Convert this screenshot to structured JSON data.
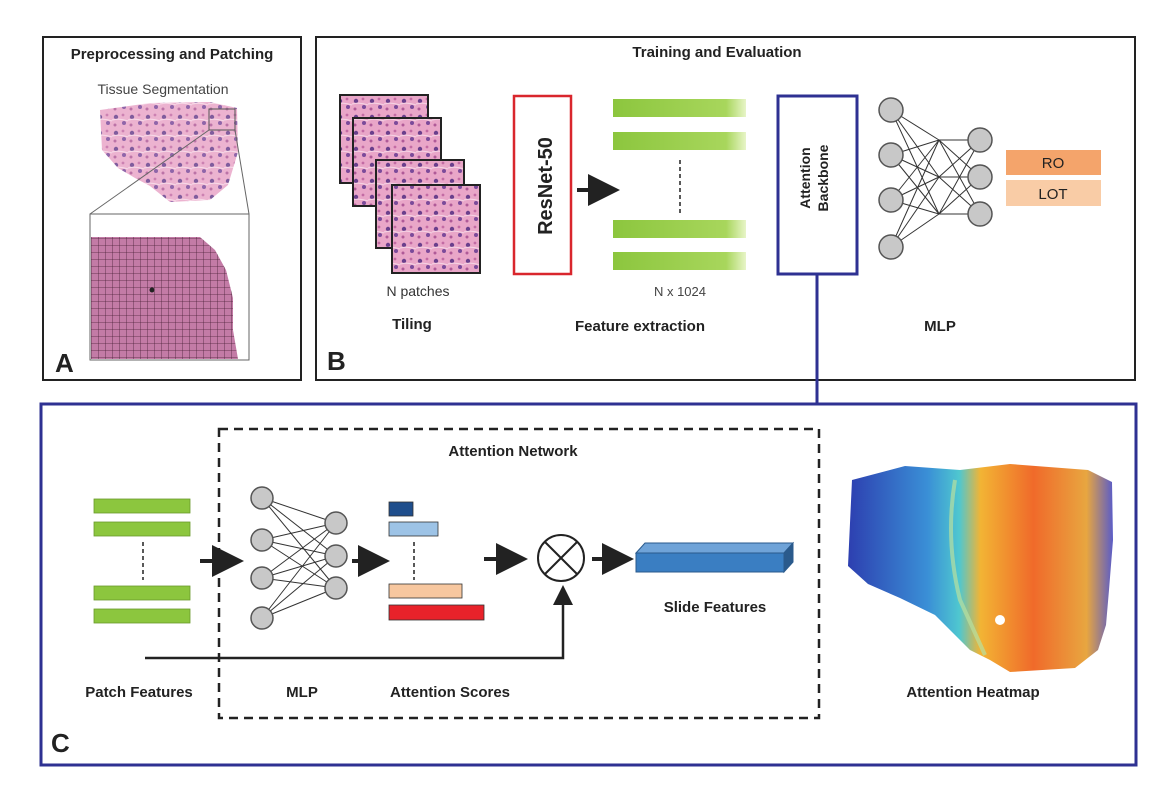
{
  "panel_a": {
    "title": "Preprocessing and Patching",
    "subtitle": "Tissue Segmentation",
    "letter": "A"
  },
  "panel_b": {
    "title": "Training and Evaluation",
    "letter": "B",
    "n_patches": "N patches",
    "tiling": "Tiling",
    "resnet": "ResNet-50",
    "n_x_1024": "N x 1024",
    "feature_extraction": "Feature extraction",
    "attention_line1": "Attention",
    "attention_line2": "Backbone",
    "mlp": "MLP",
    "outputs": [
      "RO",
      "LOT"
    ]
  },
  "panel_c": {
    "letter": "C",
    "network_title": "Attention Network",
    "patch_features": "Patch Features",
    "mlp": "MLP",
    "attention_scores": "Attention Scores",
    "slide_features": "Slide Features",
    "attention_heatmap": "Attention Heatmap"
  },
  "colors": {
    "feature_green": "#8cc63e",
    "panel_c_border": "#2e3192",
    "resnet_red": "#d9262d",
    "ro_orange": "#f4a46b",
    "lot_peach": "#f9cca6",
    "score_darkblue": "#1f4e8c",
    "score_lightblue": "#9dc3e6",
    "score_peach": "#f7c79f",
    "score_red": "#e8222a",
    "slide_blue": "#3a7ec2"
  }
}
